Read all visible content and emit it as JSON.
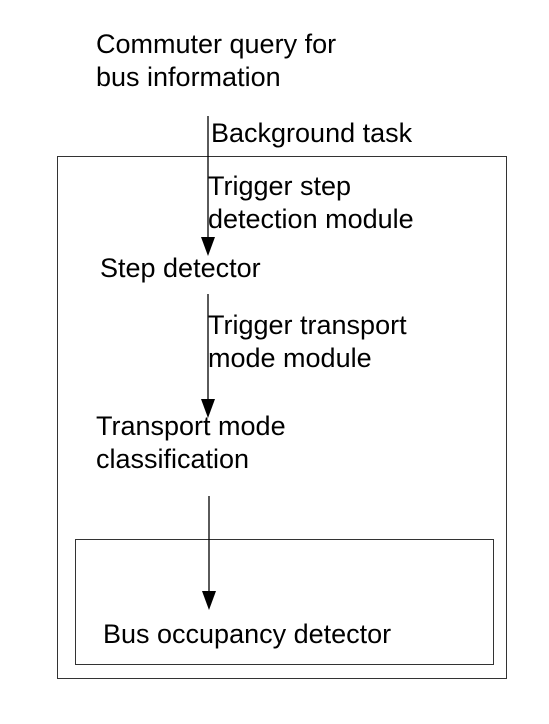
{
  "diagram": {
    "query_label_line1": "Commuter query for",
    "query_label_line2": "bus information",
    "background_task_label": "Background task",
    "trigger_step_line1": "Trigger step",
    "trigger_step_line2": "detection module",
    "step_detector_label": "Step detector",
    "trigger_transport_line1": "Trigger transport",
    "trigger_transport_line2": "mode module",
    "transport_mode_line1": "Transport mode",
    "transport_mode_line2": "classification",
    "bus_occupancy_label": "Bus occupancy detector"
  },
  "colors": {
    "line": "#000000",
    "box_border": "#333333",
    "background": "#ffffff"
  }
}
